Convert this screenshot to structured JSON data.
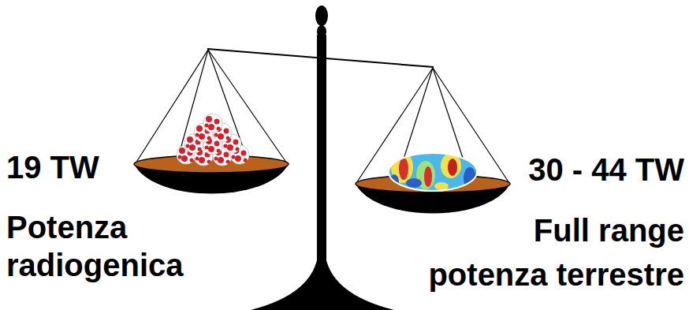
{
  "diagram": {
    "labels": [
      "19 TW",
      "Potenza radiogenica",
      "30 - 44 TW",
      "Full range potenza terrestre"
    ]
  }
}
